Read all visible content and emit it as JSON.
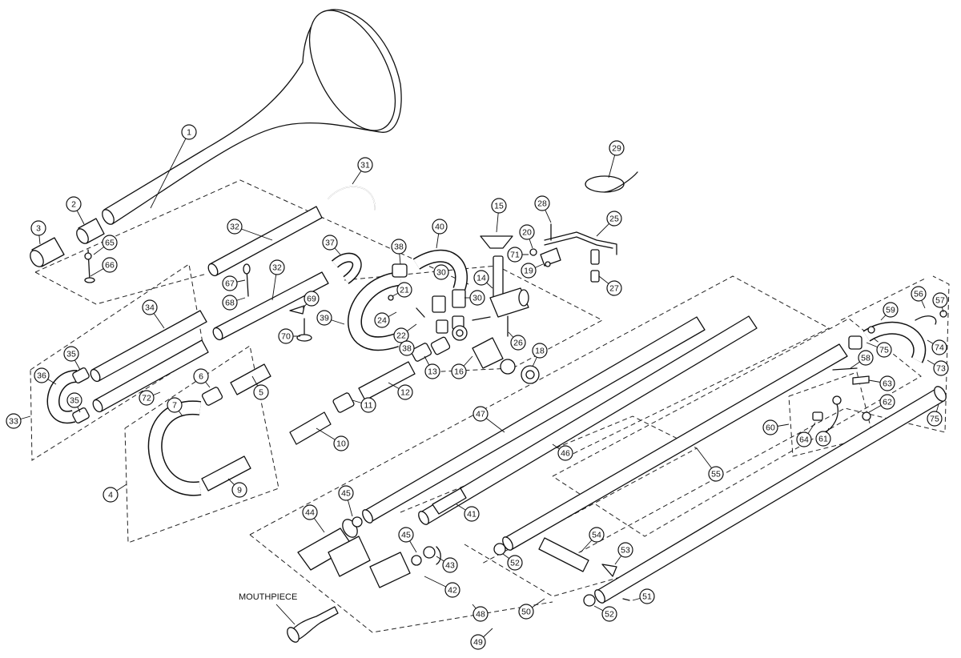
{
  "callouts": [
    "1",
    "2",
    "3",
    "4",
    "5",
    "6",
    "7",
    "9",
    "10",
    "11",
    "12",
    "13",
    "14",
    "15",
    "16",
    "18",
    "19",
    "20",
    "21",
    "22",
    "24",
    "25",
    "26",
    "27",
    "28",
    "29",
    "30",
    "31",
    "32",
    "33",
    "34",
    "35",
    "36",
    "37",
    "38",
    "39",
    "40",
    "41",
    "42",
    "43",
    "44",
    "45",
    "46",
    "47",
    "48",
    "49",
    "50",
    "51",
    "52",
    "53",
    "54",
    "55",
    "56",
    "57",
    "58",
    "59",
    "60",
    "61",
    "62",
    "63",
    "64",
    "65",
    "66",
    "67",
    "68",
    "69",
    "70",
    "71",
    "72",
    "73",
    "74",
    "75"
  ],
  "labels": {
    "mouthpiece": "MOUTHPIECE"
  }
}
